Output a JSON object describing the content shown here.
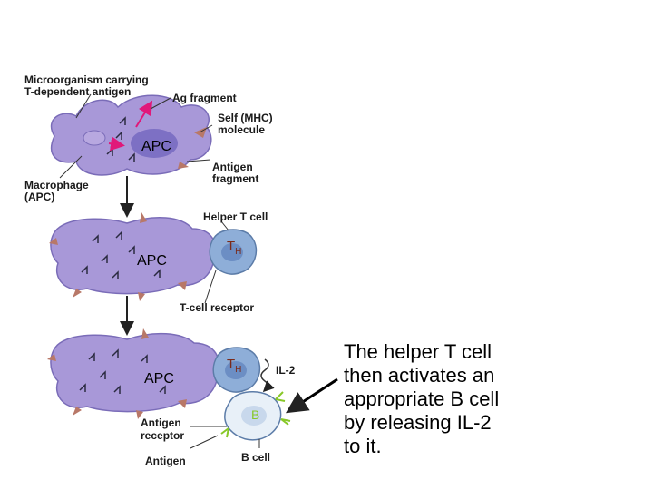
{
  "labels": {
    "microorganism_line1": "Microorganism carrying",
    "microorganism_line2": "T-dependent antigen",
    "ag_fragment": "Ag fragment",
    "self_mhc_line1": "Self (MHC)",
    "self_mhc_line2": "molecule",
    "antigen_fragment_line1": "Antigen",
    "antigen_fragment_line2": "fragment",
    "macrophage_line1": "Macrophage",
    "macrophage_line2": "(APC)",
    "helper_t_cell": "Helper T cell",
    "t_cell_receptor": "T-cell receptor",
    "il2": "IL-2",
    "antigen_receptor_line1": "Antigen",
    "antigen_receptor_line2": "receptor",
    "antigen": "Antigen",
    "b_cell": "B cell"
  },
  "cell_tags": {
    "apc": "APC",
    "th_main": "T",
    "th_sub": "H",
    "b": "B"
  },
  "caption": {
    "line1": "The helper T cell",
    "line2": "then activates an",
    "line3": "appropriate B cell",
    "line4": "by releasing IL-2",
    "line5": "to it."
  },
  "colors": {
    "macrophage": "#a898d8",
    "nucleus": "#7d70c4",
    "t_cell": "#8eaed8",
    "b_cell": "#e8f0f8",
    "spike": "#b87868",
    "pointer": "#e0187a",
    "apc_tag": "#000000",
    "th_tag": "#7a2a1a",
    "b_tag": "#88c828"
  }
}
